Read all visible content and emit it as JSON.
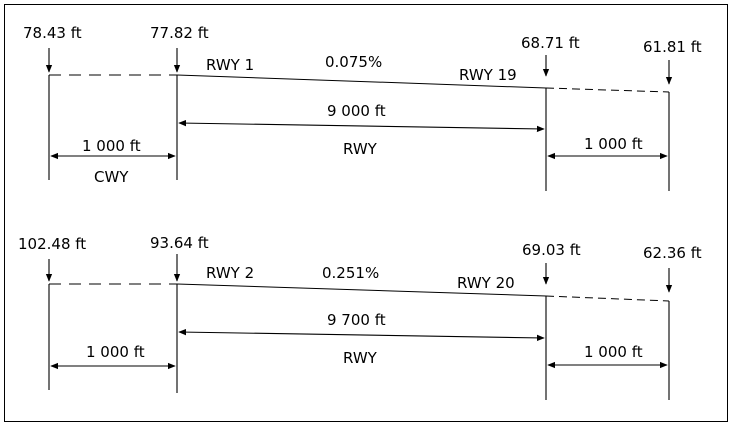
{
  "diagrams": [
    {
      "elev_left_end": "78.43 ft",
      "elev_threshold_left": "77.82 ft",
      "elev_threshold_right": "68.71 ft",
      "elev_right_end": "61.81 ft",
      "rwy_left_label": "RWY 1",
      "rwy_right_label": "RWY 19",
      "slope": "0.075%",
      "rwy_length": "9 000 ft",
      "rwy_label": "RWY",
      "left_extension_length": "1 000 ft",
      "left_extension_label": "CWY",
      "right_extension_length": "1 000 ft"
    },
    {
      "elev_left_end": "102.48 ft",
      "elev_threshold_left": "93.64 ft",
      "elev_threshold_right": "69.03 ft",
      "elev_right_end": "62.36 ft",
      "rwy_left_label": "RWY 2",
      "rwy_right_label": "RWY 20",
      "slope": "0.251%",
      "rwy_length": "9 700 ft",
      "rwy_label": "RWY",
      "left_extension_length": "1 000 ft",
      "right_extension_length": "1 000 ft"
    }
  ]
}
